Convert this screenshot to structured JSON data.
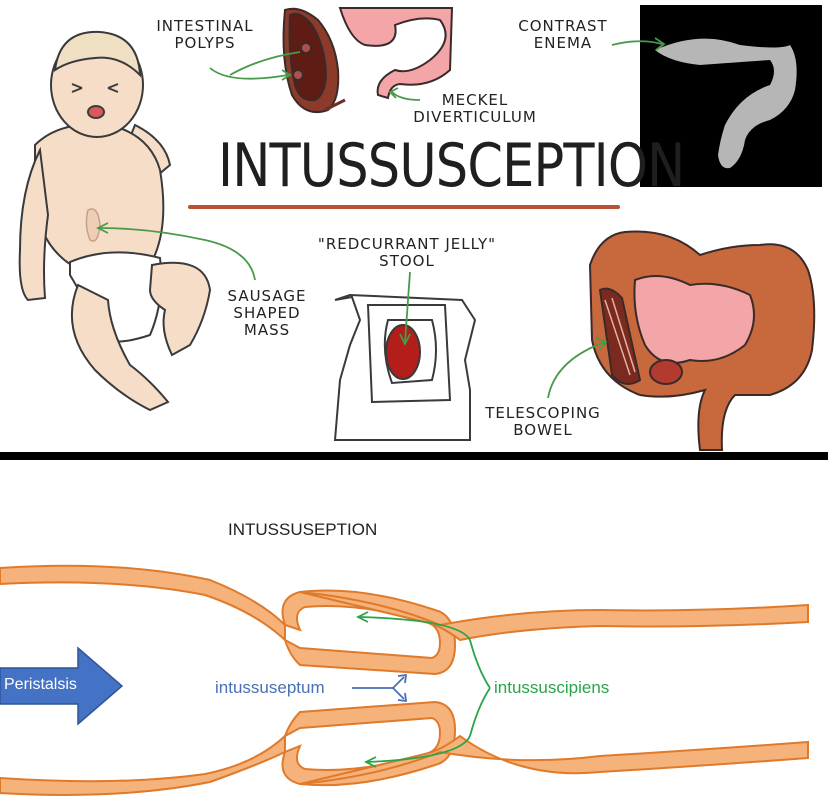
{
  "top_panel": {
    "title": "INTUSSUSCEPTION",
    "labels": {
      "polyps": "INTESTINAL\nPOLYPS",
      "meckel": "MECKEL\nDIVERTICULUM",
      "enema": "CONTRAST\nENEMA",
      "sausage": "SAUSAGE\nSHAPED\nMASS",
      "jelly": "\"REDCURRANT JELLY\"\nSTOOL",
      "telescoping": "TELESCOPING\nBOWEL"
    }
  },
  "bottom_panel": {
    "title": "INTUSSUSEPTION",
    "peristalsis": "Peristalsis",
    "intussuseptum": "intussuseptum",
    "intussuscipiens": "intussuscipiens"
  },
  "colors": {
    "bowel_orange": "#f5b27a",
    "bowel_outline": "#e07a2b",
    "arrow_blue": "#4472c4",
    "green": "#2aa44a",
    "label_blue": "#4a6fb5",
    "title_underline": "#b5532f"
  }
}
